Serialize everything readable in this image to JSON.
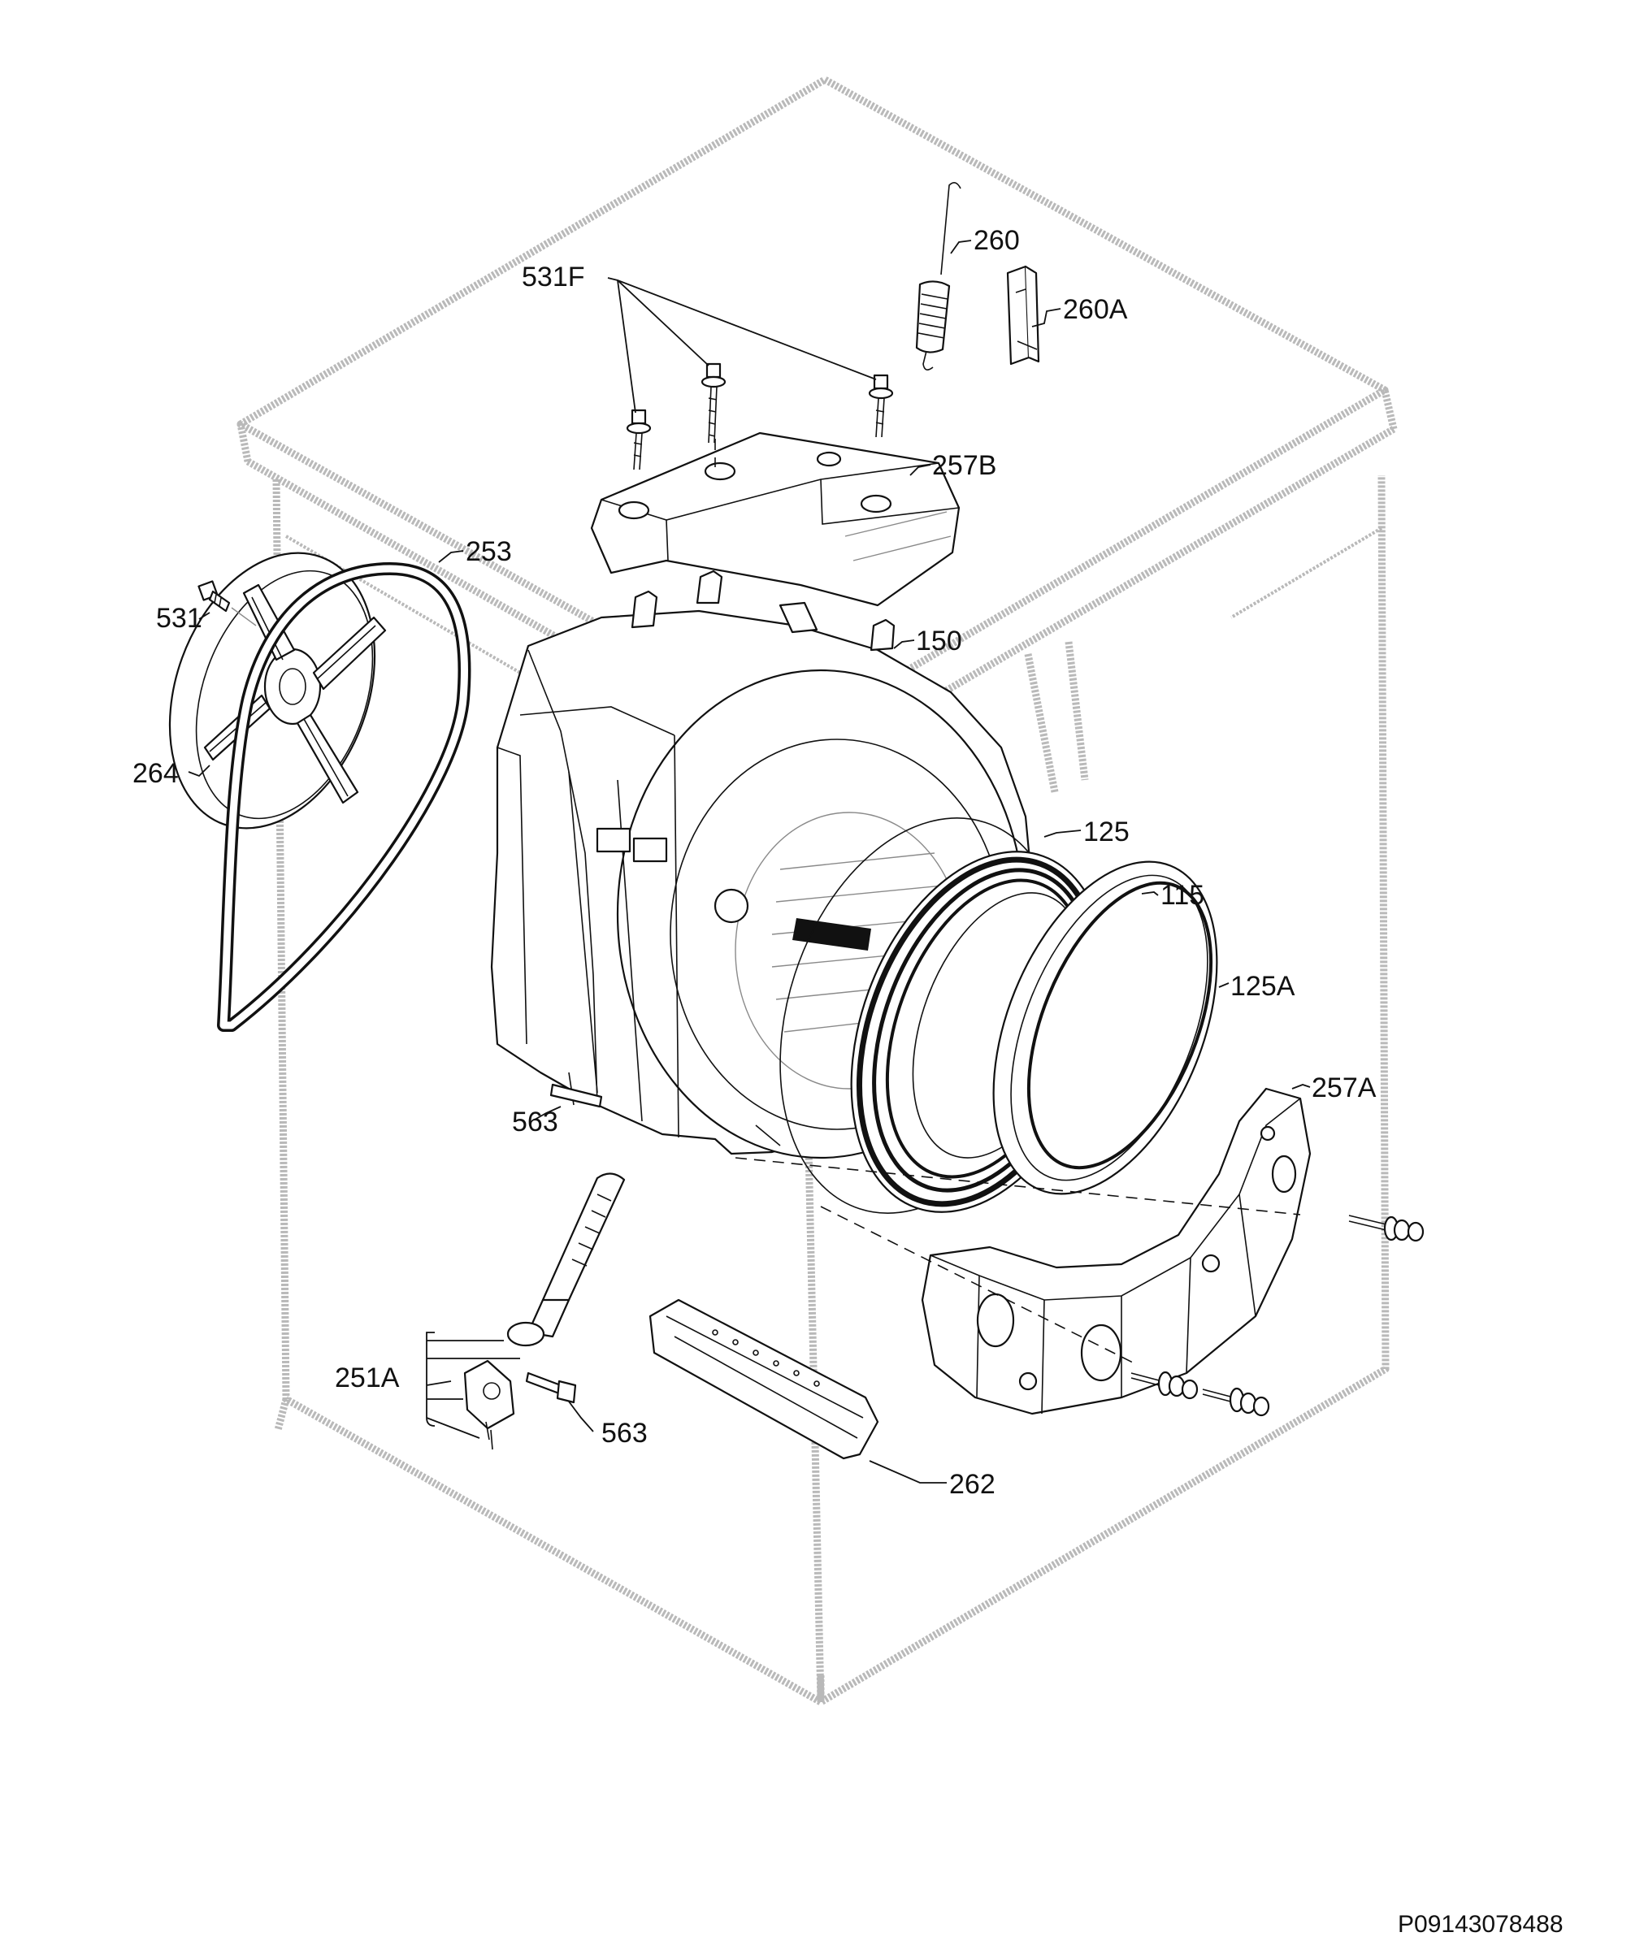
{
  "diagram": {
    "callouts": [
      {
        "id": "260",
        "label": "260"
      },
      {
        "id": "260A",
        "label": "260A"
      },
      {
        "id": "531F",
        "label": "531F"
      },
      {
        "id": "257B",
        "label": "257B"
      },
      {
        "id": "253",
        "label": "253"
      },
      {
        "id": "531",
        "label": "531"
      },
      {
        "id": "150",
        "label": "150"
      },
      {
        "id": "264",
        "label": "264"
      },
      {
        "id": "125",
        "label": "125"
      },
      {
        "id": "115",
        "label": "115"
      },
      {
        "id": "125A",
        "label": "125A"
      },
      {
        "id": "257A",
        "label": "257A"
      },
      {
        "id": "563a",
        "label": "563"
      },
      {
        "id": "251A",
        "label": "251A"
      },
      {
        "id": "563b",
        "label": "563"
      },
      {
        "id": "262",
        "label": "262"
      }
    ],
    "drawing_code": "P09143078488"
  }
}
